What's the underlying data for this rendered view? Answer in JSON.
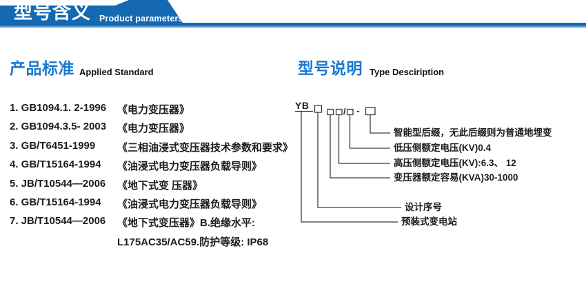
{
  "banner": {
    "title_zh": "型号含义",
    "title_en": "Product parameters",
    "bg_color": "#1569b3",
    "bottom_edge_color": "#5d9fd4"
  },
  "applied_standard": {
    "heading_zh": "产品标准",
    "heading_en": "Applied Standard",
    "heading_color": "#1779d2",
    "items": [
      {
        "code": "1. GB1094.1. 2-1996",
        "title": "《电力变压器》"
      },
      {
        "code": "2. GB1094.3.5- 2003",
        "title": "《电力变压器》"
      },
      {
        "code": "3. GB/T6451-1999",
        "title": "《三相油浸式变压器技术参数和要求》"
      },
      {
        "code": "4. GB/T15164-1994",
        "title": "《油浸式电力变压器负载导则》"
      },
      {
        "code": "5. JB/T10544—2006",
        "title": "《地下式变 压器》"
      },
      {
        "code": "6. GB/T15164-1994",
        "title": "《油浸式电力变压器负载导则》"
      },
      {
        "code": "7. JB/T10544—2006",
        "title": "《地下式变压器》B.绝缘水平:"
      },
      {
        "code": "",
        "title": "L175AC35/AC59.防护等级: IP68"
      }
    ]
  },
  "type_description": {
    "heading_zh": "型号说明",
    "heading_en": "Type Desciription",
    "model": {
      "prefix": "YB",
      "slash": "/",
      "dash": "-"
    },
    "labels": [
      "智能型后缀，无此后缀则为普通地埋变",
      "低压侧额定电压(KV)0.4",
      "高压侧额定电压(KV):6.3、 12",
      "变压器额定容易(KVA)30-1000",
      "设计序号",
      "预装式变电站"
    ]
  }
}
